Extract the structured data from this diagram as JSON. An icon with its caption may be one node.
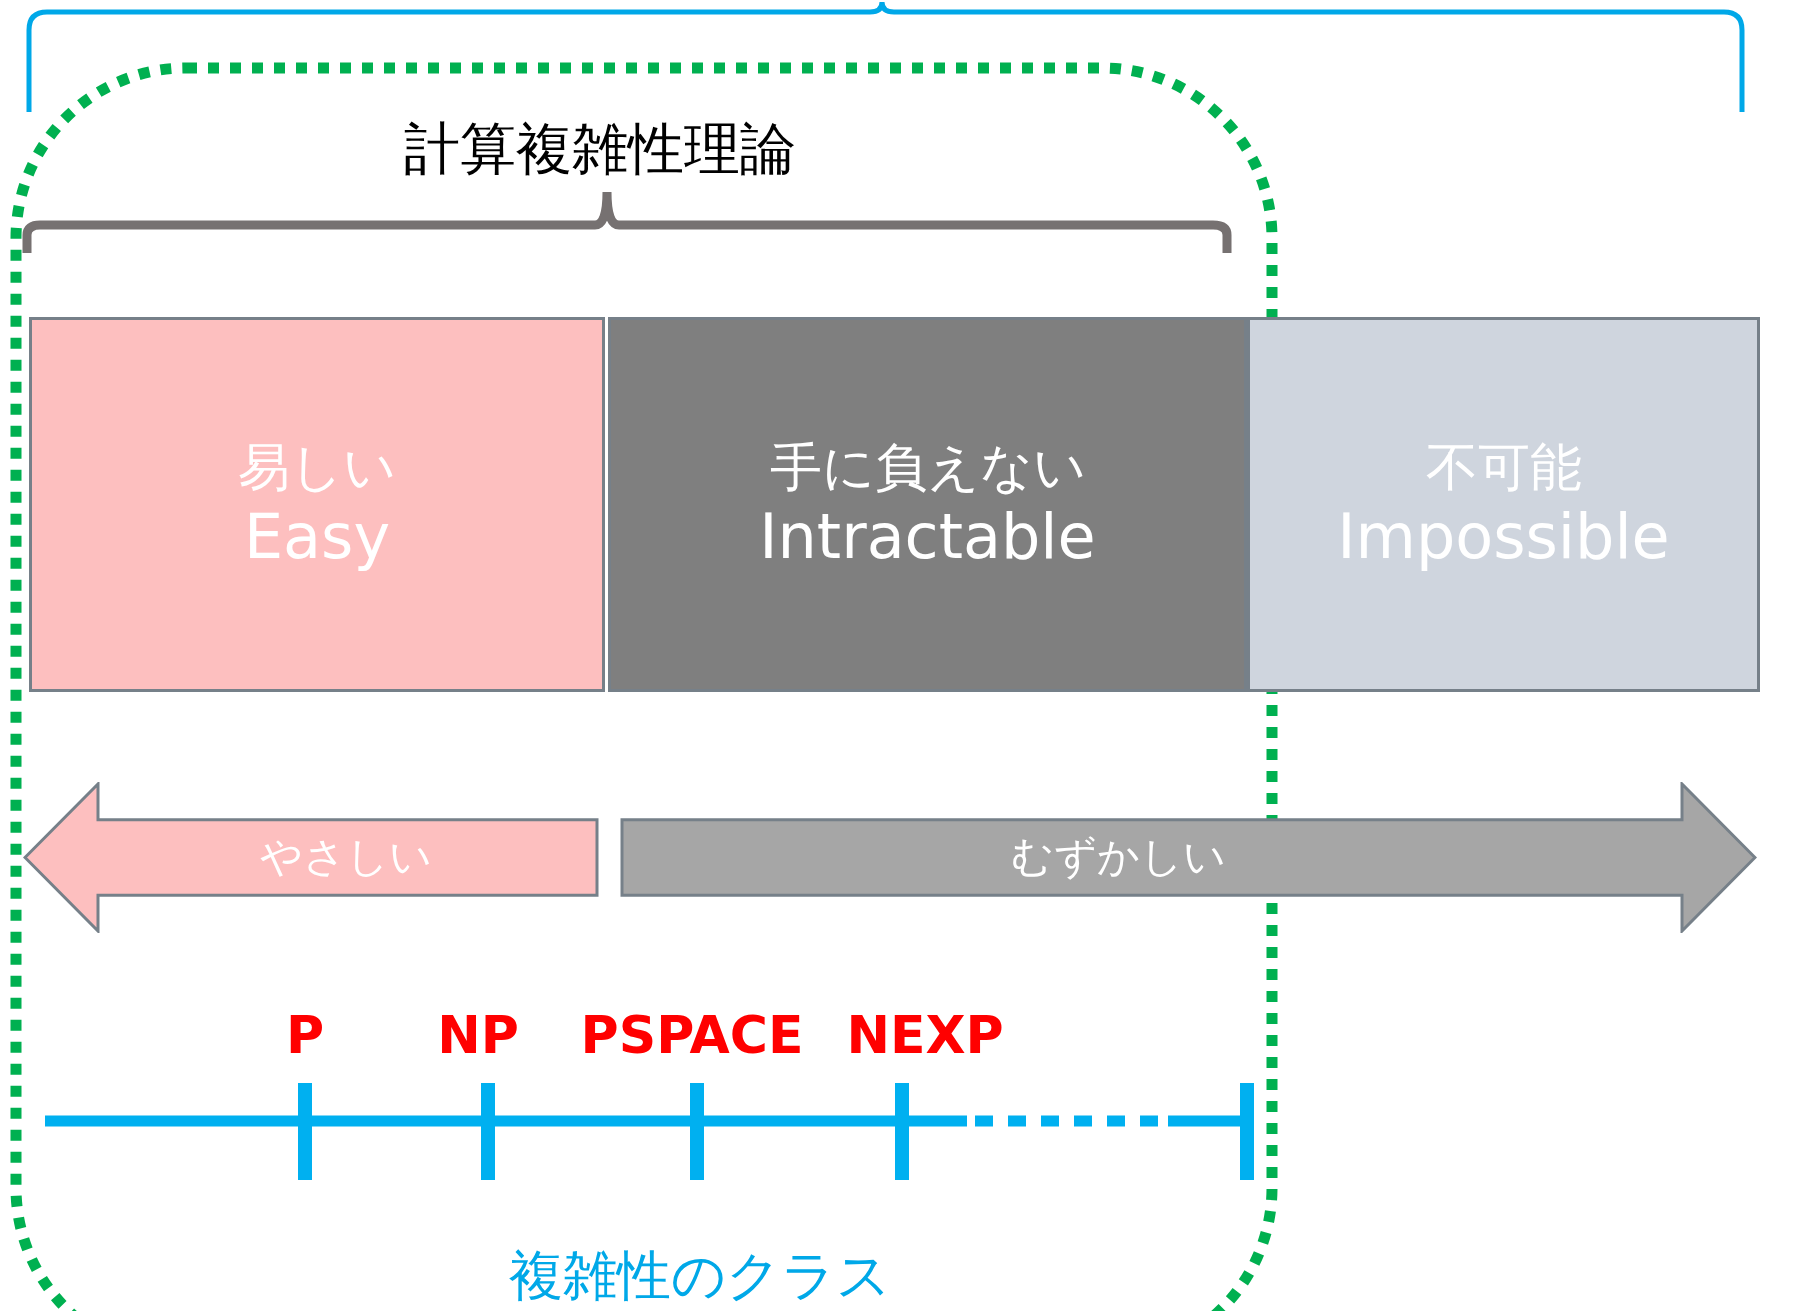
{
  "diagram": {
    "title": "計算複雑性理論",
    "nodes": [
      {
        "text": [
          "易しい",
          "Easy"
        ]
      },
      {
        "text": [
          "手に負えない",
          "Intractable"
        ]
      },
      {
        "text": [
          "不可能",
          "Impossible"
        ]
      },
      {
        "text": [
          "やさしい"
        ]
      },
      {
        "text": [
          "むずかしい"
        ]
      }
    ],
    "labels": [
      "P",
      "NP",
      "PSPACE",
      "NEXP",
      "複雑性のクラス"
    ]
  }
}
